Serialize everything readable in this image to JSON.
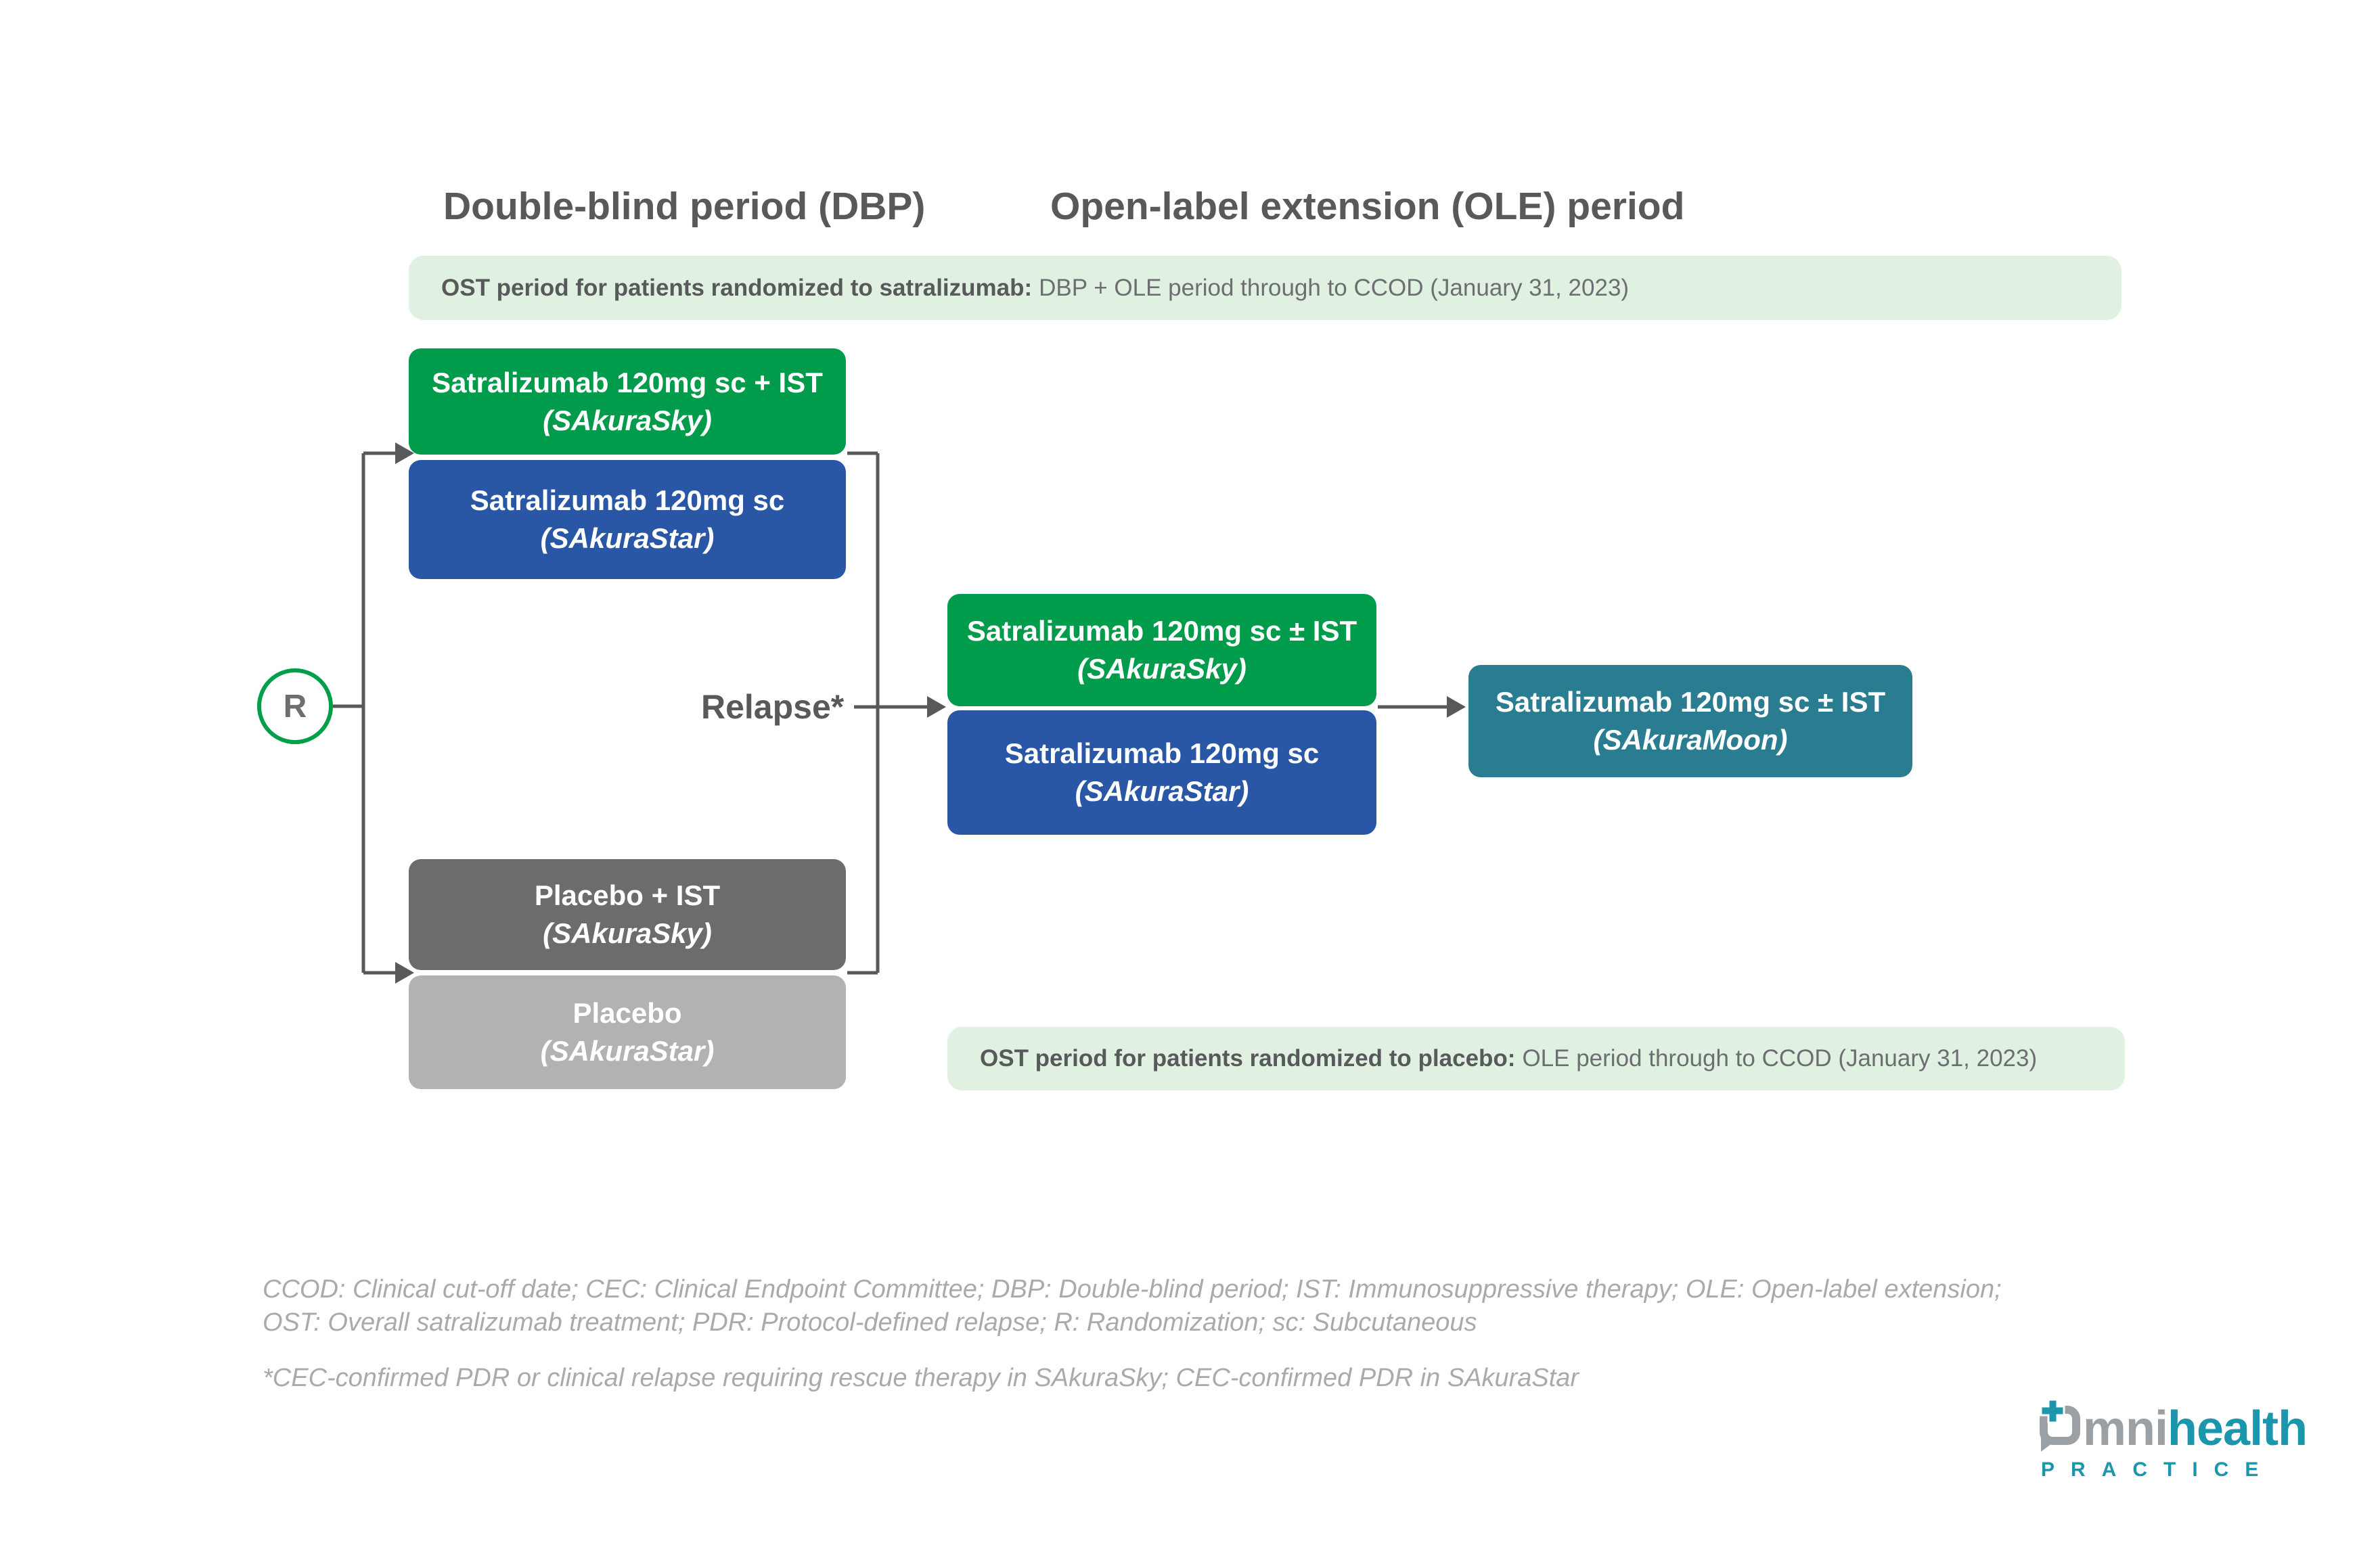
{
  "headers": {
    "dbp": "Double-blind period (DBP)",
    "ole": "Open-label extension (OLE) period"
  },
  "banners": {
    "satralizumab": {
      "bold": "OST period for patients randomized to satralizumab:",
      "regular": "DBP + OLE period through to CCOD (January 31, 2023)"
    },
    "placebo": {
      "bold": "OST period for patients randomized to placebo:",
      "regular": "OLE period through to CCOD (January 31, 2023)"
    }
  },
  "randomization": {
    "label": "R"
  },
  "relapse": {
    "label": "Relapse*"
  },
  "boxes": {
    "dbp_satra_ist": {
      "line1": "Satralizumab 120mg sc + IST",
      "line2": "(SAkuraSky)"
    },
    "dbp_satra": {
      "line1": "Satralizumab 120mg sc",
      "line2": "(SAkuraStar)"
    },
    "ole_satra_ist": {
      "line1": "Satralizumab 120mg sc ± IST",
      "line2": "(SAkuraSky)"
    },
    "ole_satra": {
      "line1": "Satralizumab 120mg sc",
      "line2": "(SAkuraStar)"
    },
    "moon": {
      "line1": "Satralizumab 120mg sc ± IST",
      "line2": "(SAkuraMoon)"
    },
    "placebo_ist": {
      "line1": "Placebo + IST",
      "line2": "(SAkuraSky)"
    },
    "placebo": {
      "line1": "Placebo",
      "line2": "(SAkuraStar)"
    }
  },
  "footnotes": {
    "abbrev_line1": "CCOD: Clinical cut-off date; CEC: Clinical Endpoint Committee; DBP: Double-blind period; IST: Immunosuppressive therapy; OLE: Open-label extension;",
    "abbrev_line2": "OST: Overall satralizumab treatment; PDR: Protocol-defined relapse; R: Randomization; sc: Subcutaneous",
    "asterisk": "*CEC-confirmed PDR or clinical relapse requiring rescue therapy in SAkuraSky; CEC-confirmed PDR in SAkuraStar"
  },
  "logo": {
    "gray_text": "mni",
    "teal_text": "health",
    "sub_text": "PRACTICE"
  },
  "colors": {
    "green": "#009B4B",
    "blue": "#2A57A5",
    "teal": "#2A7D90",
    "dark_gray": "#6B6C6E",
    "light_gray": "#B0B2B4",
    "banner_bg": "#E0F0E1",
    "line": "#58595B",
    "text_dark": "#58595B",
    "text_mid": "#6D6E71",
    "footnote": "#A8AAAD",
    "logo_teal": "#1C96AC",
    "logo_gray": "#9BA0A4",
    "r_green": "#00A04B"
  }
}
